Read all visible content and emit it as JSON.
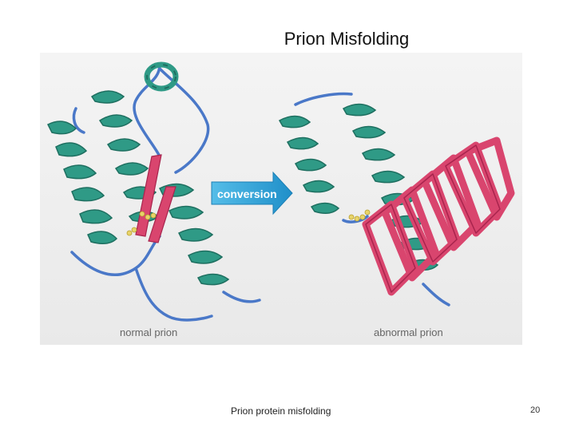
{
  "slide": {
    "title": "Prion Misfolding",
    "footer": "Prion protein misfolding",
    "page_number": "20"
  },
  "figure": {
    "arrow_label": "conversion",
    "left_caption": "normal prion",
    "right_caption": "abnormal prion",
    "colors": {
      "background": "#efefef",
      "helix": "#2f9a86",
      "helix_dark": "#1e6f60",
      "coil": "#4a78c8",
      "sheet": "#d9456e",
      "sheet_dark": "#a8244d",
      "arrow": "#33a8dd",
      "ligand": "#e8d46a"
    },
    "icons": [
      "protein-ribbon-illustration",
      "conversion-arrow-icon"
    ]
  }
}
